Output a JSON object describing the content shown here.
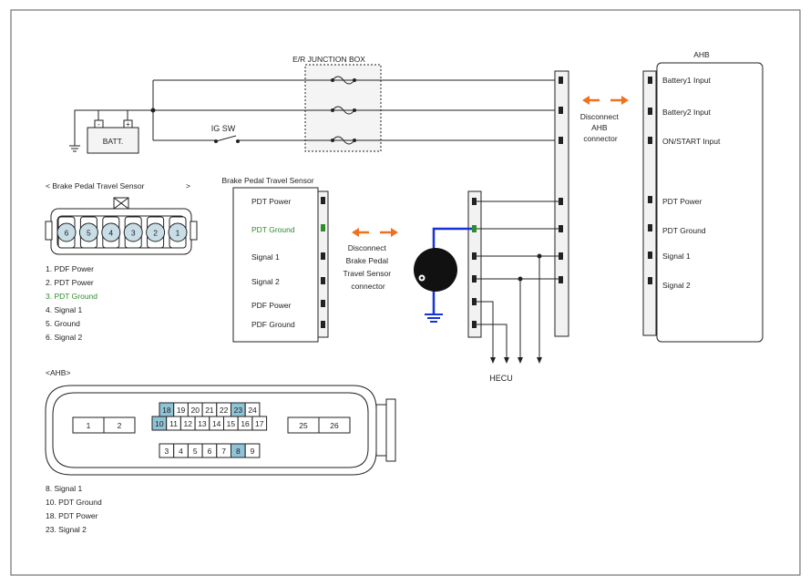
{
  "colors": {
    "line": "#222222",
    "green": "#2e8b2e",
    "ground_blue": "#1533d6",
    "arrow_orange": "#f07020",
    "pin_highlight": "#8fc3d6",
    "connector_fill": "#c8dde6",
    "box_fill": "#f7f7f7"
  },
  "junction_box": {
    "label": "E/R JUNCTION BOX"
  },
  "battery": {
    "label": "BATT.",
    "neg": "-",
    "pos": "+"
  },
  "ig_switch": {
    "label": "IG SW"
  },
  "sensor_connector": {
    "title": "< Brake Pedal Travel Sensor",
    "title_close": ">",
    "pins": [
      "6",
      "5",
      "4",
      "3",
      "2",
      "1"
    ],
    "pin_list": [
      {
        "text": "1. PDF Power",
        "highlight": false
      },
      {
        "text": "2. PDT Power",
        "highlight": false
      },
      {
        "text": "3. PDT Ground",
        "highlight": true
      },
      {
        "text": "4.  Signal 1",
        "highlight": false
      },
      {
        "text": "5.  Ground",
        "highlight": false
      },
      {
        "text": "6.  Signal 2",
        "highlight": false
      }
    ]
  },
  "sensor_box": {
    "title": "Brake Pedal Travel Sensor",
    "pins": [
      {
        "label": "PDT Power",
        "highlight": false
      },
      {
        "label": "PDT Ground",
        "highlight": true
      },
      {
        "label": "Signal 1",
        "highlight": false
      },
      {
        "label": "Signal 2",
        "highlight": false
      },
      {
        "label": "PDF Power",
        "highlight": false
      },
      {
        "label": "PDF Ground",
        "highlight": false
      }
    ]
  },
  "disconnect_sensor": [
    "Disconnect",
    "Brake Pedal",
    "Travel Sensor",
    "connector"
  ],
  "disconnect_ahb": [
    "Disconnect",
    "AHB",
    "connector"
  ],
  "hecu": {
    "label": "HECU"
  },
  "ahb_box": {
    "title": "AHB",
    "pins": [
      "Battery1 Input",
      "Battery2 Input",
      "ON/START Input",
      "PDT Power",
      "PDT Ground",
      "Signal 1",
      "Signal 2"
    ]
  },
  "ahb_connector": {
    "title": "<AHB>",
    "left_pins": [
      "1",
      "2"
    ],
    "top_row": [
      {
        "n": "18",
        "hl": true
      },
      {
        "n": "19",
        "hl": false
      },
      {
        "n": "20",
        "hl": false
      },
      {
        "n": "21",
        "hl": false
      },
      {
        "n": "22",
        "hl": false
      },
      {
        "n": "23",
        "hl": true
      },
      {
        "n": "24",
        "hl": false
      }
    ],
    "mid_row": [
      {
        "n": "10",
        "hl": true
      },
      {
        "n": "11",
        "hl": false
      },
      {
        "n": "12",
        "hl": false
      },
      {
        "n": "13",
        "hl": false
      },
      {
        "n": "14",
        "hl": false
      },
      {
        "n": "15",
        "hl": false
      },
      {
        "n": "16",
        "hl": false
      },
      {
        "n": "17",
        "hl": false
      }
    ],
    "right_pins": [
      "25",
      "26"
    ],
    "bottom_row": [
      {
        "n": "3",
        "hl": false
      },
      {
        "n": "4",
        "hl": false
      },
      {
        "n": "5",
        "hl": false
      },
      {
        "n": "6",
        "hl": false
      },
      {
        "n": "7",
        "hl": false
      },
      {
        "n": "8",
        "hl": true
      },
      {
        "n": "9",
        "hl": false
      }
    ],
    "pin_list": [
      "8.  Signal 1",
      "10.   PDT Ground",
      "18. PDT Power",
      "23. Signal 2"
    ]
  }
}
